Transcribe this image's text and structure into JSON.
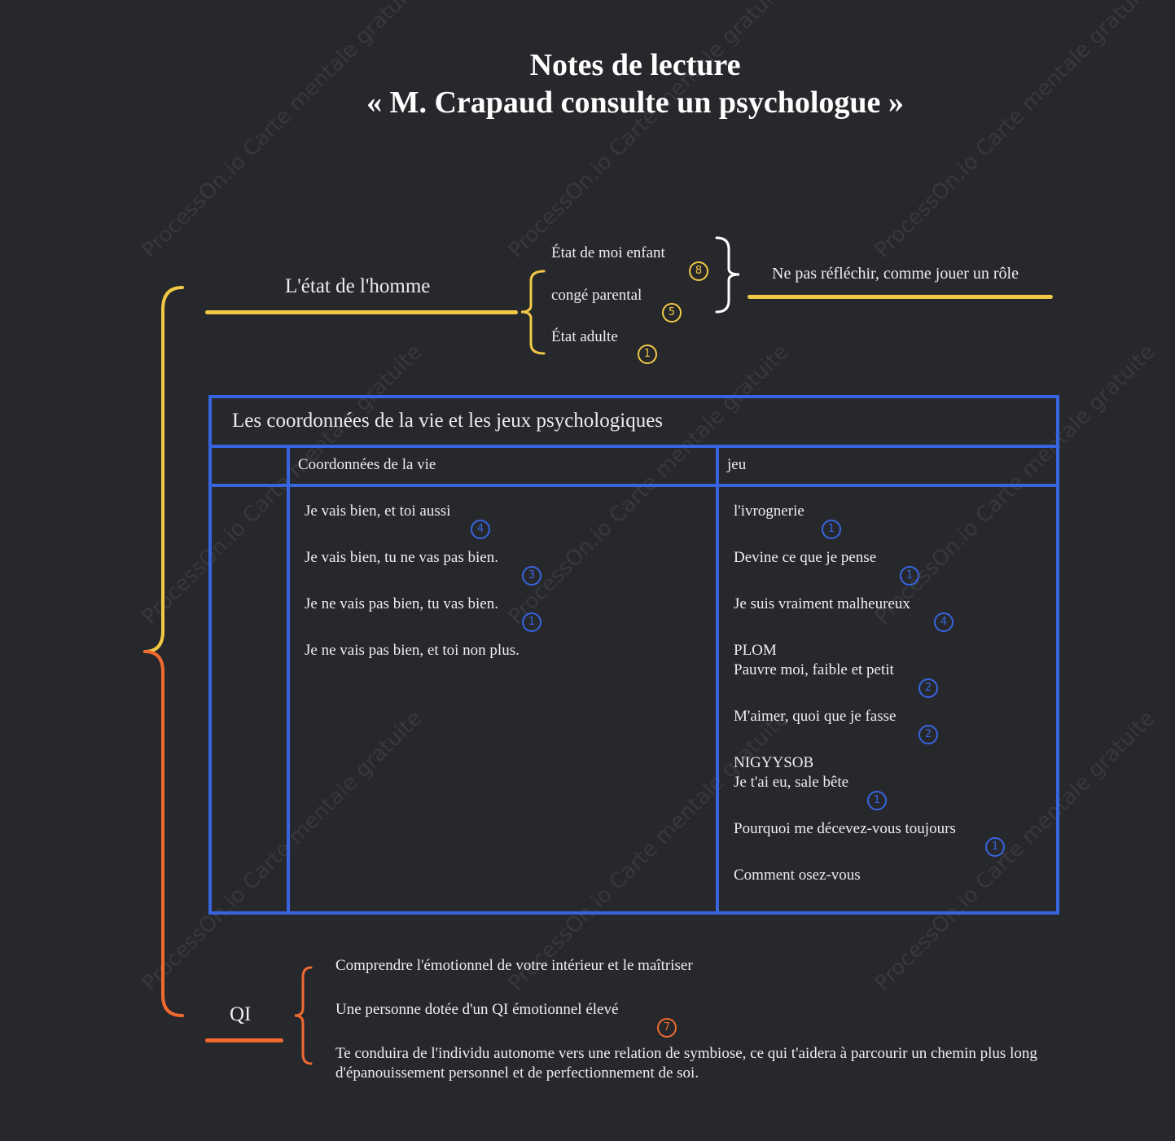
{
  "title": {
    "line1": "Notes de lecture",
    "line2": "« M. Crapaud consulte un psychologue »"
  },
  "watermark": "ProcessOn.io Carte mentale gratuite",
  "colors": {
    "background": "#27282c",
    "yellow": "#f1c945",
    "orange": "#f06a30",
    "blue": "#3765e0",
    "white": "#ffffff"
  },
  "etat": {
    "label": "L'état de l'homme",
    "items": [
      {
        "text": "État de moi enfant",
        "badge": "8"
      },
      {
        "text": "congé parental",
        "badge": "5"
      },
      {
        "text": "État adulte",
        "badge": "1"
      }
    ],
    "summary": "Ne pas réfléchir, comme jouer un rôle"
  },
  "table": {
    "title": "Les coordonnées de la vie et les jeux psychologiques",
    "col1_header": "Coordonnées de la vie",
    "col2_header": "jeu",
    "col1": [
      {
        "text": "Je vais bien, et toi aussi",
        "badge": "4"
      },
      {
        "text": "Je vais bien, tu ne vas pas bien.",
        "badge": "3"
      },
      {
        "text": "Je ne vais pas bien, tu vas bien.",
        "badge": "1"
      },
      {
        "text": "Je ne vais pas bien, et toi non plus."
      }
    ],
    "col2": [
      {
        "text": "l'ivrognerie",
        "badge": "1"
      },
      {
        "text": "Devine ce que je pense",
        "badge": "1"
      },
      {
        "text": "Je suis vraiment malheureux",
        "badge": "4"
      },
      {
        "line1": "PLOM",
        "text": "Pauvre moi, faible et petit",
        "badge": "2"
      },
      {
        "text": "M'aimer, quoi que je fasse",
        "badge": "2"
      },
      {
        "line1": "NIGYYSOB",
        "text": "Je t'ai eu, sale bête",
        "badge": "1"
      },
      {
        "text": "Pourquoi me décevez-vous toujours",
        "badge": "1"
      },
      {
        "text": "Comment osez-vous"
      }
    ]
  },
  "qi": {
    "label": "QI",
    "items": [
      {
        "text": "Comprendre l'émotionnel de votre intérieur et le maîtriser"
      },
      {
        "text": "Une personne dotée d'un QI émotionnel élevé",
        "badge": "7"
      },
      {
        "line1": "Te conduira de l'individu autonome vers une relation de symbiose, ce qui t'aidera à parcourir un chemin plus long",
        "text": "d'épanouissement personnel et de perfectionnement de soi."
      }
    ]
  }
}
